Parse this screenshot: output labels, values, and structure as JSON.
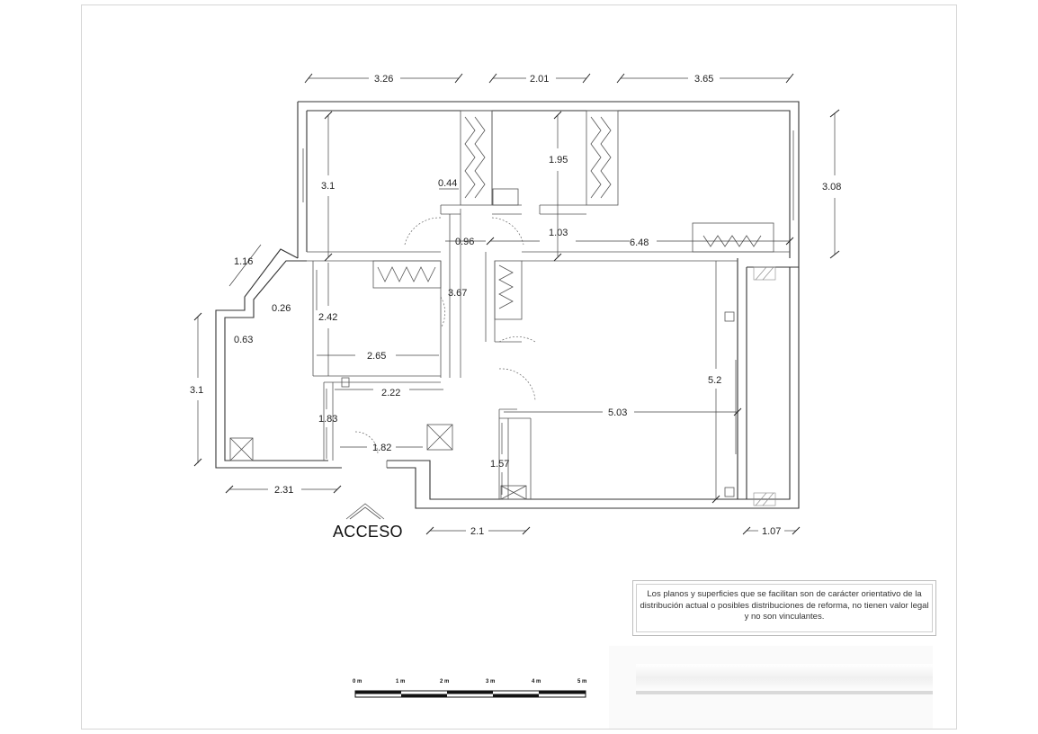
{
  "dimensions": {
    "top_1": "3.26",
    "top_2": "2.01",
    "top_3": "3.65",
    "right_height": "3.08",
    "room_tl_height": "3.1",
    "closet_depth": "0.44",
    "mid_height": "1.95",
    "hall_width": "0.96",
    "hall_gap": "1.03",
    "living_width_top": "6.48",
    "diag_wall": "1.16",
    "small_wall_1": "0.26",
    "small_wall_2": "0.63",
    "room_ml_height": "2.42",
    "hall_length": "3.67",
    "room_ml_width": "2.65",
    "corridor_width": "2.22",
    "kitchen_height": "3.1",
    "entry_height": "1.83",
    "entry_width": "1.82",
    "kitchen_width": "2.31",
    "living_width": "5.03",
    "living_height": "5.2",
    "bath_height": "1.57",
    "bath_width": "2.1",
    "terrace_width": "1.07"
  },
  "access_label": "ACCESO",
  "disclaimer": "Los planos y superficies que se facilitan son de carácter orientativo de la distribución actual o posibles distribuciones de reforma, no tienen valor legal y no son vinculantes.",
  "scale_bar": {
    "labels": [
      "0 m",
      "1 m",
      "2 m",
      "3 m",
      "4 m",
      "5 m"
    ]
  }
}
